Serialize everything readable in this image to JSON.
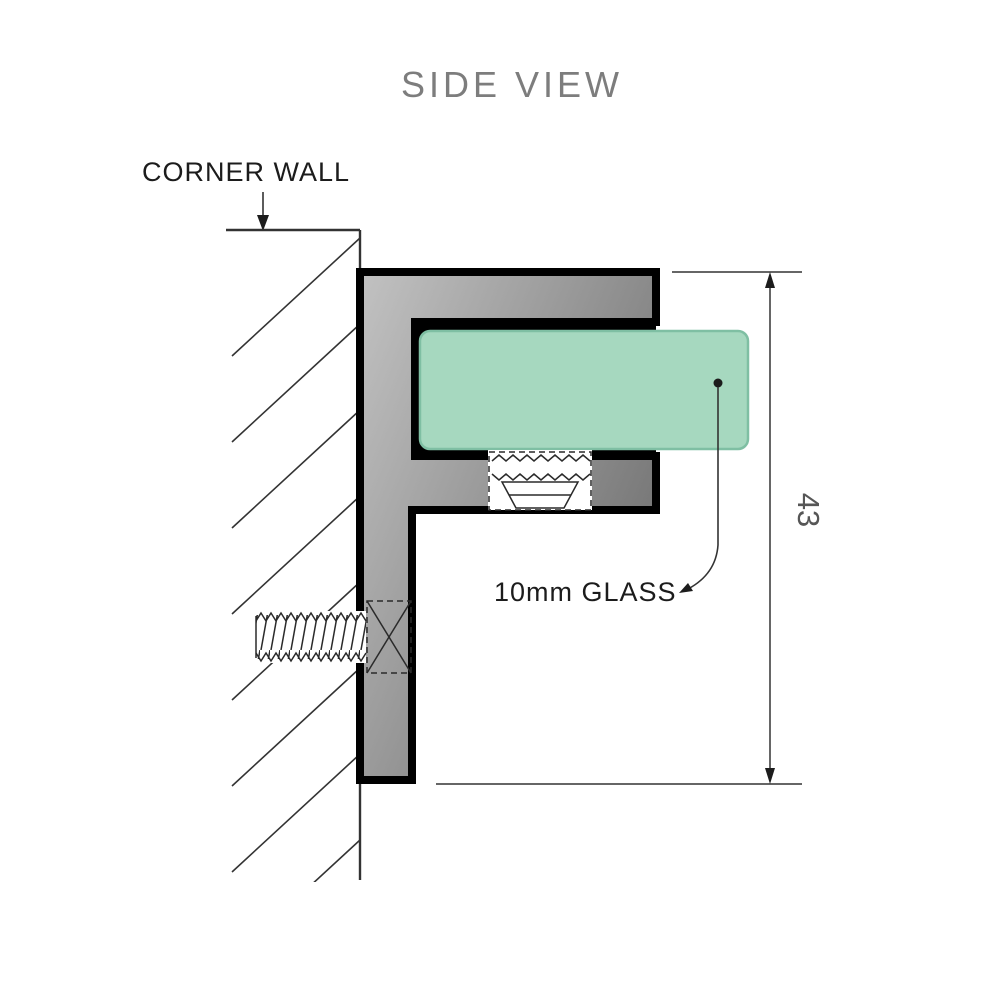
{
  "title": "SIDE VIEW",
  "annotations": {
    "wall_label": "CORNER WALL",
    "glass_label": "10mm GLASS",
    "dimension_value": "43"
  },
  "colors": {
    "background": "#ffffff",
    "title": "#7d7d7d",
    "label": "#1c1c1c",
    "dimension_text": "#565656",
    "line": "#333333",
    "outline": "#000000",
    "screw_line": "#2a2a2a",
    "glass_fill": "#a6d8bf",
    "glass_stroke": "#7fbfa3",
    "bracket_light": "#c2c2c2",
    "bracket_dark": "#6f6f6f"
  }
}
